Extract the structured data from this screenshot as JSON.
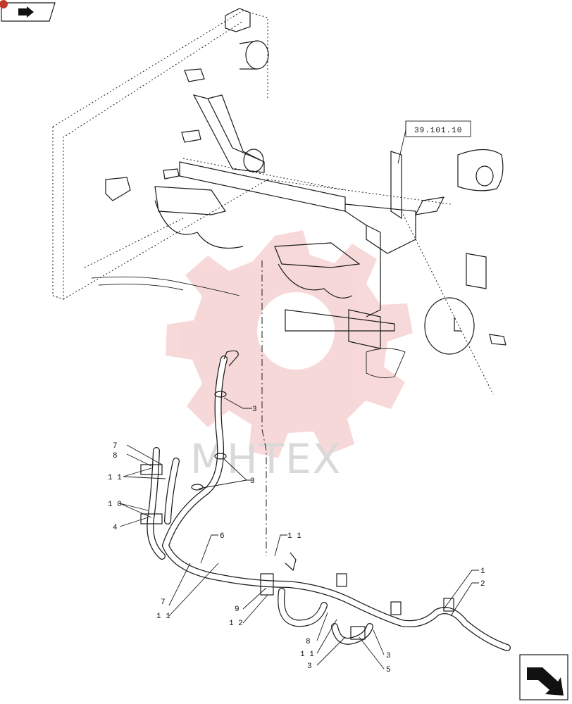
{
  "reference_box": {
    "text": "39.101.10"
  },
  "watermark": {
    "text": "МНТЕХ",
    "gear_color": "#f0a8a8"
  },
  "nav": {
    "top_left_icon": "arrow-right-icon",
    "bottom_right_icon": "arrow-down-right-icon"
  },
  "callouts": [
    {
      "id": "c3a",
      "text": "3"
    },
    {
      "id": "c7a",
      "text": "7"
    },
    {
      "id": "c8a",
      "text": "8"
    },
    {
      "id": "c11a",
      "text": "1 1"
    },
    {
      "id": "c3b",
      "text": "3"
    },
    {
      "id": "c10",
      "text": "1 0"
    },
    {
      "id": "c4",
      "text": "4"
    },
    {
      "id": "c6",
      "text": "6"
    },
    {
      "id": "c11b",
      "text": "1 1"
    },
    {
      "id": "c7b",
      "text": "7"
    },
    {
      "id": "c11c",
      "text": "1 1"
    },
    {
      "id": "c9",
      "text": "9"
    },
    {
      "id": "c12",
      "text": "1 2"
    },
    {
      "id": "c1",
      "text": "1"
    },
    {
      "id": "c2",
      "text": "2"
    },
    {
      "id": "c8b",
      "text": "8"
    },
    {
      "id": "c11d",
      "text": "1 1"
    },
    {
      "id": "c3c",
      "text": "3"
    },
    {
      "id": "c3d",
      "text": "3"
    },
    {
      "id": "c5",
      "text": "5"
    }
  ]
}
